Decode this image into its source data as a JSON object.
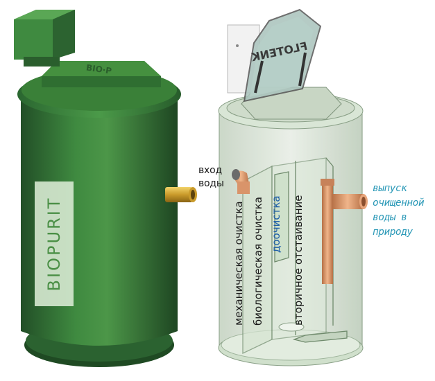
{
  "brand": {
    "logo_text": "BIOPURIT",
    "lid_text": "FLOTENK"
  },
  "labels": {
    "inlet": "вход\nводы",
    "outlet": "выпуск\nочищенной\nводы в\nприроду",
    "stage_mechanical": "механическая очистка",
    "stage_biological": "биологическая очистка",
    "stage_post": "доочистка",
    "stage_secondary": "вторичное отстаивание"
  },
  "colors": {
    "tank_green": "#2f6b33",
    "tank_green_light": "#4a8f45",
    "pipe_orange": "#d9946a",
    "outlet_text": "#2d9ab8",
    "post_text": "#1f5fa8"
  }
}
